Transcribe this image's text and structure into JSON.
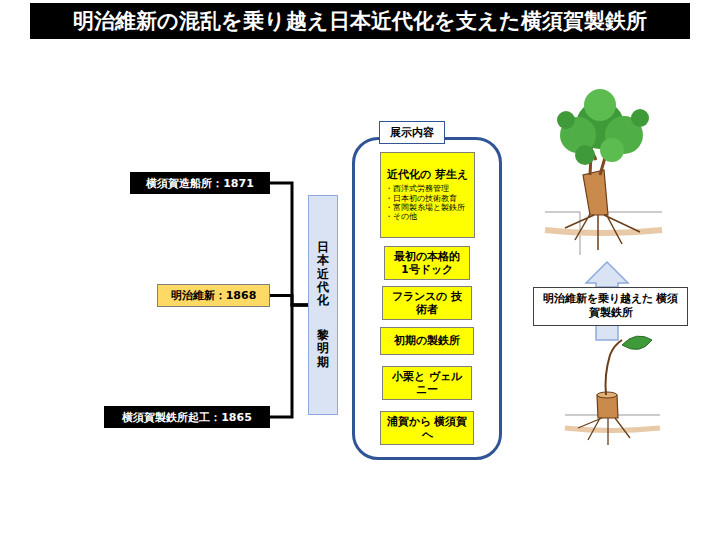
{
  "diagram": {
    "title": "明治維新の混乱を乗り越え日本近代化を支えた横須賀製鉄所",
    "nodes": [
      {
        "text": [
          "横須賀造船所：1871"
        ]
      },
      {
        "text": [
          "明治維新：1868"
        ]
      },
      {
        "text": [
          "横須賀製鉄所起工：1865"
        ]
      },
      {
        "text": [
          "日本近代化",
          "黎明期"
        ]
      },
      {
        "text": [
          "展示内容"
        ]
      },
      {
        "text": [
          "近代化の 芽生え",
          "・西洋式労務管理",
          "・日本初の技術教育",
          "・富岡製糸場と製鉄所",
          "・その他"
        ],
        "in": 4
      },
      {
        "text": [
          "最初の本格的 1号ドック"
        ],
        "in": 4
      },
      {
        "text": [
          "フランスの 技術者"
        ],
        "in": 4
      },
      {
        "text": [
          "初期の製鉄所"
        ],
        "in": 4
      },
      {
        "text": [
          "小栗と ヴェルニー"
        ],
        "in": 4
      },
      {
        "text": [
          "浦賀から 横須賀へ"
        ],
        "in": 4
      },
      {
        "text": [
          "明治維新を乗り越えた 横須賀製鉄所"
        ]
      }
    ],
    "edges": [
      {
        "from": 0,
        "to": 3,
        "arrow": "none"
      },
      {
        "from": 1,
        "to": 3,
        "arrow": "none"
      },
      {
        "from": 2,
        "to": 3,
        "arrow": "none"
      }
    ]
  }
}
